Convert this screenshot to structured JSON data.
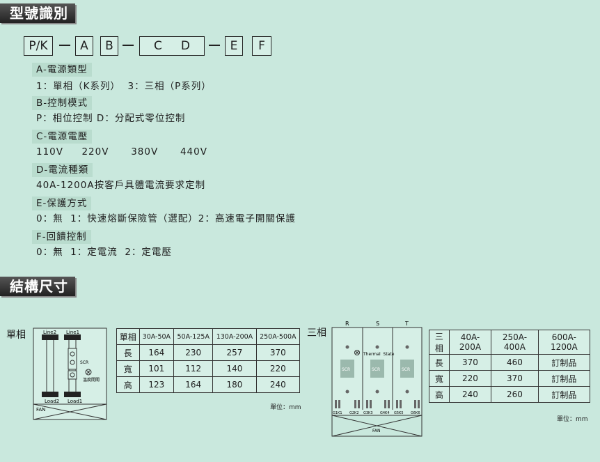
{
  "section1_title": "型號識別",
  "section2_title": "結構尺寸",
  "code_boxes": [
    "P/K",
    "A",
    "B",
    "C     D",
    "E",
    "F"
  ],
  "specs": [
    {
      "label": "A-電源類型",
      "lines": [
        "1：單相（K系列）  3：三相（P系列）"
      ]
    },
    {
      "label": "B-控制模式",
      "lines": [
        "P：相位控制 D：分配式零位控制"
      ]
    },
    {
      "label": "C-電源電壓",
      "lines": [
        "110V     220V      380V      440V"
      ]
    },
    {
      "label": "D-電流種類",
      "lines": [
        "40A-1200A按客戶具體電流要求定制"
      ]
    },
    {
      "label": "E-保護方式",
      "lines": [
        "0：無  1：快速熔斷保險管（選配）2：高速電子開關保護"
      ]
    },
    {
      "label": "F-回饋控制",
      "lines": [
        "0：無  1：定電流  2：定電壓"
      ]
    }
  ],
  "single_phase": {
    "label": "單相",
    "diagram": {
      "line2": "Line2",
      "line1": "Line1",
      "load2": "Load2",
      "load1": "Load1",
      "scr": "SCR",
      "thermal": "溫度開關",
      "fan": "FAN"
    },
    "table": {
      "header": [
        "單相",
        "30A-50A",
        "50A-125A",
        "130A-200A",
        "250A-500A"
      ],
      "rows": [
        [
          "長",
          "164",
          "230",
          "257",
          "370"
        ],
        [
          "寬",
          "101",
          "112",
          "140",
          "220"
        ],
        [
          "高",
          "123",
          "164",
          "180",
          "240"
        ]
      ]
    },
    "unit": "單位：mm"
  },
  "three_phase": {
    "label": "三相",
    "diagram": {
      "phases": [
        "R",
        "S",
        "T"
      ],
      "scr": "SCR",
      "thermal": "Thermal  State",
      "gates": [
        "G1K1",
        "G2K2",
        "G3K3",
        "G4K4",
        "G5K5",
        "G6K6"
      ],
      "fan": "FAN"
    },
    "table": {
      "header": [
        "三相",
        "40A-200A",
        "250A-400A",
        "600A-1200A"
      ],
      "rows": [
        [
          "長",
          "370",
          "460",
          "訂制品"
        ],
        [
          "寬",
          "220",
          "370",
          "訂制品"
        ],
        [
          "高",
          "240",
          "260",
          "訂制品"
        ]
      ]
    },
    "unit": "單位：mm"
  }
}
